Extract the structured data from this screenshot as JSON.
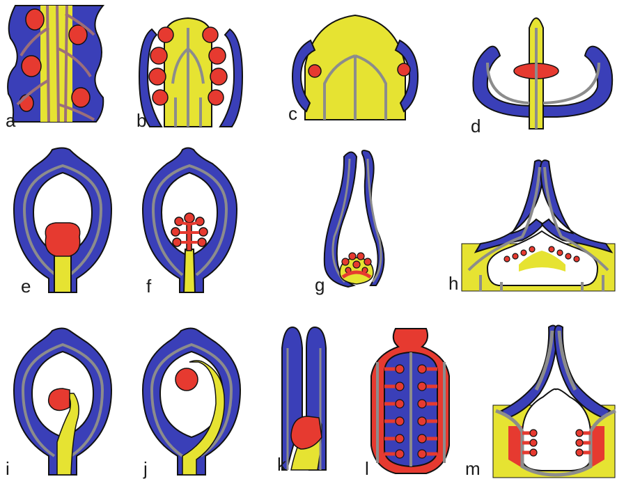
{
  "panels": [
    {
      "id": "a",
      "label": "a"
    },
    {
      "id": "b",
      "label": "b"
    },
    {
      "id": "c",
      "label": "c"
    },
    {
      "id": "d",
      "label": "d"
    },
    {
      "id": "e",
      "label": "e"
    },
    {
      "id": "f",
      "label": "f"
    },
    {
      "id": "g",
      "label": "g"
    },
    {
      "id": "h",
      "label": "h"
    },
    {
      "id": "i",
      "label": "i"
    },
    {
      "id": "j",
      "label": "j"
    },
    {
      "id": "k",
      "label": "k"
    },
    {
      "id": "l",
      "label": "l"
    },
    {
      "id": "m",
      "label": "m"
    }
  ],
  "colors": {
    "wall": "#3a3fb8",
    "axis": "#e6e332",
    "ovule": "#e63a30",
    "vein": "#8c8c8c",
    "outline": "#111111",
    "trace": "#9b6f7a",
    "background": "#ffffff"
  }
}
